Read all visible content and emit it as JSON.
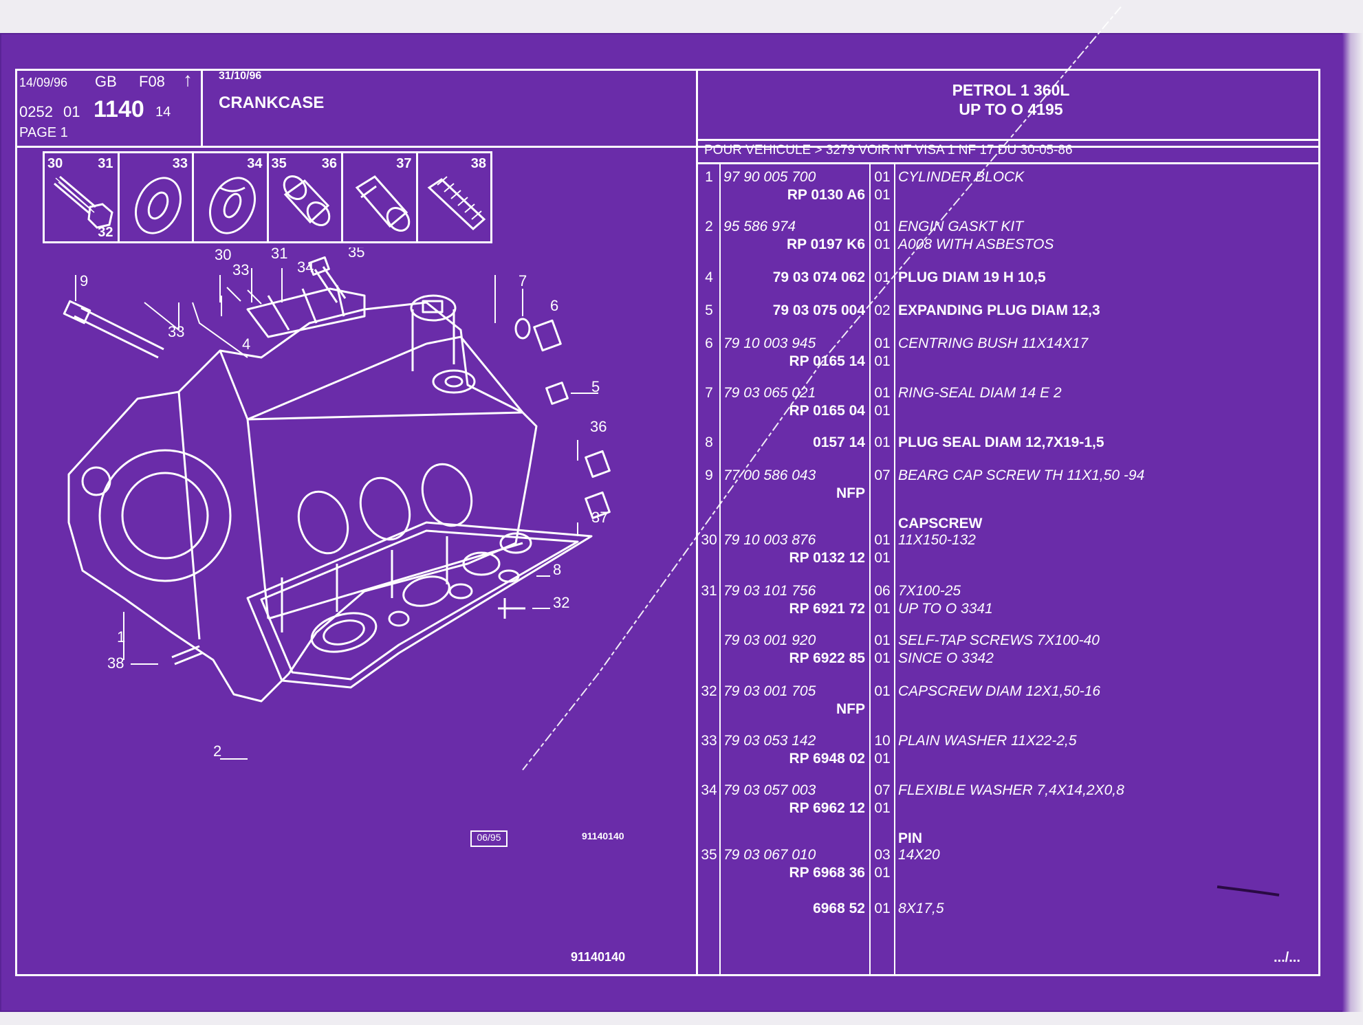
{
  "header": {
    "date": "14/09/96",
    "lang": "GB",
    "code": "F08",
    "arrow": "↑",
    "ref_a": "0252",
    "ref_b": "01",
    "ref_main": "1140",
    "ref_c": "14",
    "page": "PAGE 1",
    "date2": "31/10/96",
    "title": "CRANKCASE",
    "engine_line1": "PETROL 1 360L",
    "engine_line2": "UP TO O 4195"
  },
  "note": "POUR VEHICULE > 3279 VOIR NT VISA 1 NF 17 DU 30-05-86",
  "thumbnails": [
    {
      "nums": [
        "30",
        "31"
      ],
      "sub": "32",
      "icon": "bolt-icon"
    },
    {
      "nums": [
        "33"
      ],
      "icon": "washer-icon"
    },
    {
      "nums": [
        "34"
      ],
      "icon": "flexible-washer-icon"
    },
    {
      "nums": [
        "35",
        "36"
      ],
      "icon": "pin-icon"
    },
    {
      "nums": [
        "37"
      ],
      "icon": "dowel-icon"
    },
    {
      "nums": [
        "38"
      ],
      "icon": "stud-icon"
    }
  ],
  "diagram": {
    "callouts": [
      "30",
      "31",
      "35",
      "33",
      "34",
      "9",
      "33",
      "7",
      "6",
      "4",
      "5",
      "36",
      "37",
      "8",
      "32",
      "1",
      "38",
      "2"
    ],
    "stamp": "06/95",
    "ref_small": "91140140",
    "ref_bottom": "91140140"
  },
  "parts": [
    {
      "pos": "1",
      "ref": "97 90 005 700",
      "rp": "RP  0130 A6",
      "qty": [
        "01",
        "01"
      ],
      "desc": "CYLINDER BLOCK",
      "desc2": ""
    },
    {
      "pos": "2",
      "ref": "95 586 974",
      "rp": "RP  0197 K6",
      "qty": [
        "01",
        "01"
      ],
      "desc": "ENGIN GASKT KIT",
      "desc2": "A008 WITH ASBESTOS"
    },
    {
      "pos": "4",
      "ref": "79 03 074 062",
      "rp": "",
      "qty": [
        "01"
      ],
      "desc": "PLUG DIAM 19 H 10,5",
      "desc2": ""
    },
    {
      "pos": "5",
      "ref": "79 03 075 004",
      "rp": "",
      "qty": [
        "02"
      ],
      "desc": "EXPANDING PLUG DIAM 12,3",
      "desc2": ""
    },
    {
      "pos": "6",
      "ref": "79 10 003 945",
      "rp": "RP  0165 14",
      "qty": [
        "01",
        "01"
      ],
      "desc": "CENTRING BUSH 11X14X17",
      "desc2": ""
    },
    {
      "pos": "7",
      "ref": "79 03 065 021",
      "rp": "RP  0165 04",
      "qty": [
        "01",
        "01"
      ],
      "desc": "RING-SEAL DIAM 14 E 2",
      "desc2": ""
    },
    {
      "pos": "8",
      "ref": "0157 14",
      "rp": "",
      "qty": [
        "01"
      ],
      "desc": "PLUG SEAL DIAM 12,7X19-1,5",
      "desc2": ""
    },
    {
      "pos": "9",
      "ref": "77 00 586 043",
      "rp": "NFP",
      "qty": [
        "07"
      ],
      "desc": "BEARG CAP SCREW TH 11X1,50 -94",
      "desc2": ""
    },
    {
      "pos": "",
      "ref": "",
      "rp": "",
      "qty": [],
      "desc": "CAPSCREW",
      "desc2": ""
    },
    {
      "pos": "30",
      "ref": "79 10 003 876",
      "rp": "RP  0132 12",
      "qty": [
        "01",
        "01"
      ],
      "desc": "11X150-132",
      "desc2": ""
    },
    {
      "pos": "31",
      "ref": "79 03 101 756",
      "rp": "RP  6921 72",
      "qty": [
        "06",
        "01"
      ],
      "desc": "7X100-25",
      "desc2": "UP TO O 3341"
    },
    {
      "pos": "",
      "ref": "79 03 001 920",
      "rp": "RP  6922 85",
      "qty": [
        "01",
        "01"
      ],
      "desc": "SELF-TAP SCREWS 7X100-40",
      "desc2": "SINCE O 3342"
    },
    {
      "pos": "32",
      "ref": "79 03 001 705",
      "rp": "NFP",
      "qty": [
        "01"
      ],
      "desc": "CAPSCREW DIAM 12X1,50-16",
      "desc2": ""
    },
    {
      "pos": "33",
      "ref": "79 03 053 142",
      "rp": "RP  6948 02",
      "qty": [
        "10",
        "01"
      ],
      "desc": "PLAIN WASHER 11X22-2,5",
      "desc2": ""
    },
    {
      "pos": "34",
      "ref": "79 03 057 003",
      "rp": "RP  6962 12",
      "qty": [
        "07",
        "01"
      ],
      "desc": "FLEXIBLE WASHER 7,4X14,2X0,8",
      "desc2": ""
    },
    {
      "pos": "",
      "ref": "",
      "rp": "",
      "qty": [],
      "desc": "PIN",
      "desc2": ""
    },
    {
      "pos": "35",
      "ref": "79 03 067 010",
      "rp": "RP  6968 36",
      "qty": [
        "03",
        "01"
      ],
      "desc": "14X20",
      "desc2": ""
    },
    {
      "pos": "",
      "ref": "6968 52",
      "rp": "",
      "qty": [
        "01"
      ],
      "desc": "8X17,5",
      "desc2": ""
    }
  ],
  "continued": ".../..."
}
